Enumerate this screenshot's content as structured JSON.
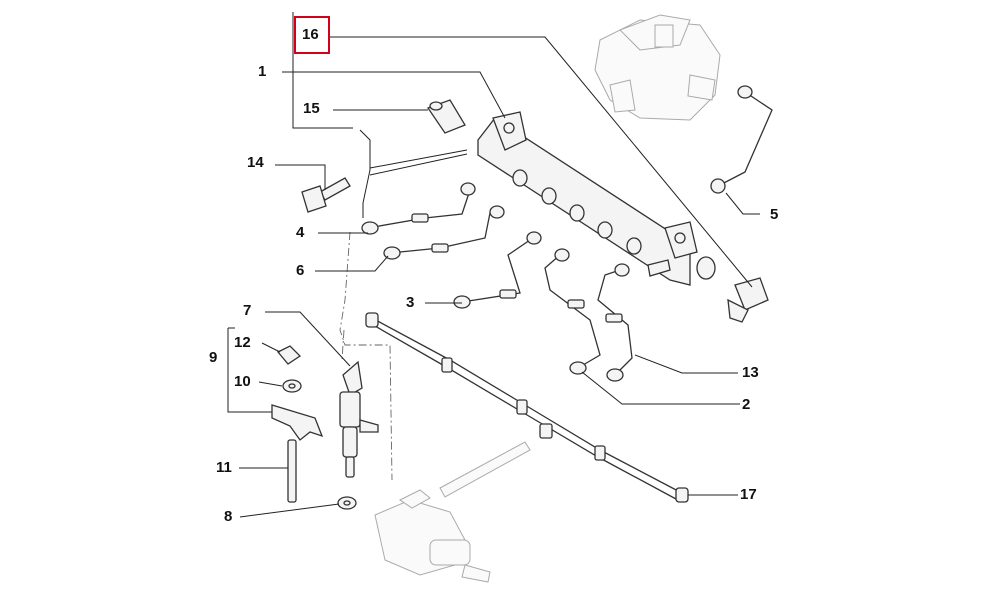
{
  "callouts": {
    "c16": "16",
    "c1": "1",
    "c15": "15",
    "c14": "14",
    "c4": "4",
    "c6": "6",
    "c7": "7",
    "c3": "3",
    "c12": "12",
    "c9": "9",
    "c10": "10",
    "c11": "11",
    "c8": "8",
    "c5": "5",
    "c13": "13",
    "c2": "2",
    "c17": "17"
  },
  "highlight": {
    "callout": "16",
    "color": "#d0021b"
  }
}
